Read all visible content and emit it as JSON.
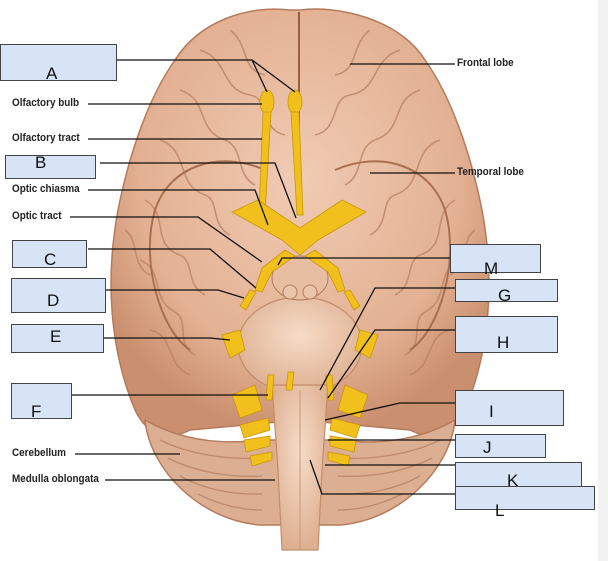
{
  "labels": {
    "olfactory_bulb": "Olfactory bulb",
    "olfactory_tract": "Olfactory tract",
    "optic_chiasma": "Optic chiasma",
    "optic_tract": "Optic tract",
    "cerebellum": "Cerebellum",
    "medulla_oblongata": "Medulla oblongata",
    "frontal_lobe": "Frontal lobe",
    "temporal_lobe": "Temporal lobe"
  },
  "answer_boxes": {
    "a": "A",
    "b": "B",
    "c": "C",
    "d": "D",
    "e": "E",
    "f": "F",
    "g": "G",
    "h": "H",
    "i": "I",
    "j": "J",
    "k": "K",
    "l": "L",
    "m": "M"
  },
  "colors": {
    "brain": "#e6b89b",
    "brain_shadow": "#c98f6e",
    "cerebellum": "#dcae92",
    "nerve": "#f2c01d",
    "box_fill": "#d6e4f5",
    "leader_line": "#111111"
  }
}
